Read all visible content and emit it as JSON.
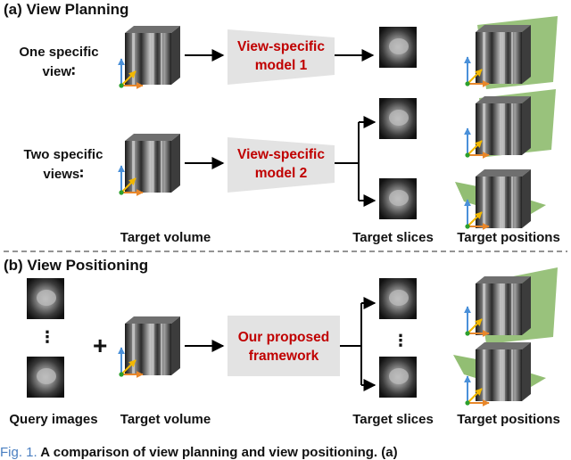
{
  "sections": {
    "planning_title": "(a)  View Planning",
    "positioning_title": "(b)  View Positioning"
  },
  "labels": {
    "one_view_line1": "One specific",
    "one_view_line2": "view∶",
    "two_views_line1": "Two specific",
    "two_views_line2": "views∶",
    "target_volume_a": "Target volume",
    "target_slices_a": "Target slices",
    "target_positions_a": "Target positions",
    "query_images": "Query images",
    "target_volume_b": "Target volume",
    "target_slices_b": "Target slices",
    "target_positions_b": "Target positions",
    "plus": "+",
    "dots": "⋮"
  },
  "models": {
    "model1_line1": "View-specific",
    "model1_line2": "model 1",
    "model2_line1": "View-specific",
    "model2_line2": "model 2",
    "framework_line1": "Our proposed",
    "framework_line2": "framework"
  },
  "caption": {
    "fig": "Fig. 1.",
    "text": "  A comparison of view planning and view positioning. (a)"
  },
  "colors": {
    "model_text": "#c00000",
    "model_box": "#e3e3e3",
    "plane_green": "#7fb35b",
    "axis_blue": "#4a90d9",
    "axis_orange": "#e8872a",
    "axis_yellow": "#f2b800",
    "axis_green": "#2ca02c"
  }
}
